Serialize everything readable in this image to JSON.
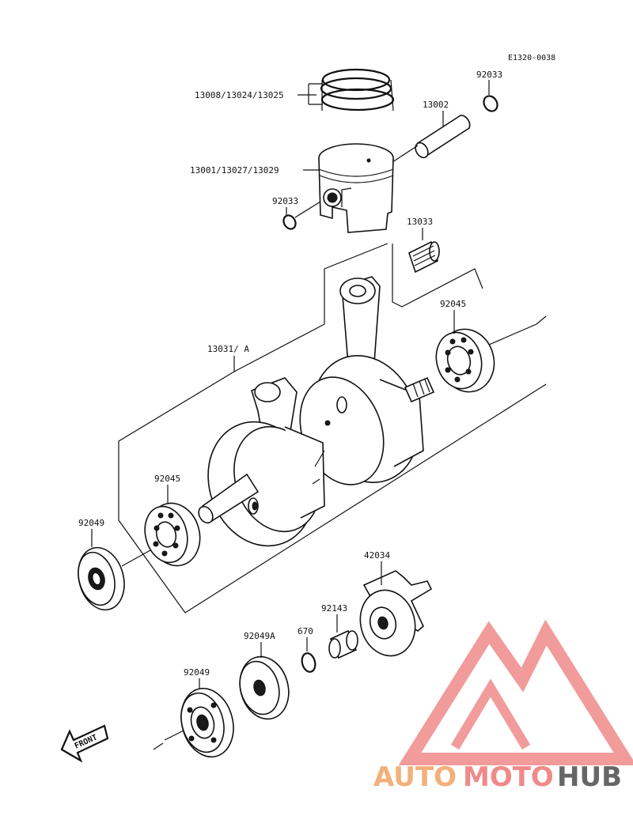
{
  "diagram_code": "E1320-0038",
  "parts": {
    "piston_rings": "13008/13024/13025",
    "piston_pin_clip_top": "92033",
    "piston_pin": "13002",
    "piston": "13001/13027/13029",
    "piston_pin_clip_left": "92033",
    "needle_bearing": "13033",
    "crankshaft_assy": "13031/ A",
    "bearing_right": "92045",
    "bearing_left": "92045",
    "oil_seal_upper": "92049",
    "impeller": "42034",
    "collar": "92143",
    "o_ring": "670",
    "washer": "92049A",
    "oil_seal_lower": "92049"
  },
  "front_arrow": "FRONT",
  "watermark": {
    "auto": "AUTO",
    "moto": "MOTO",
    "hub": "HUB",
    "colors": {
      "triangle": "#f08a8a",
      "auto": "#f3b07a",
      "hub": "#666666"
    }
  }
}
